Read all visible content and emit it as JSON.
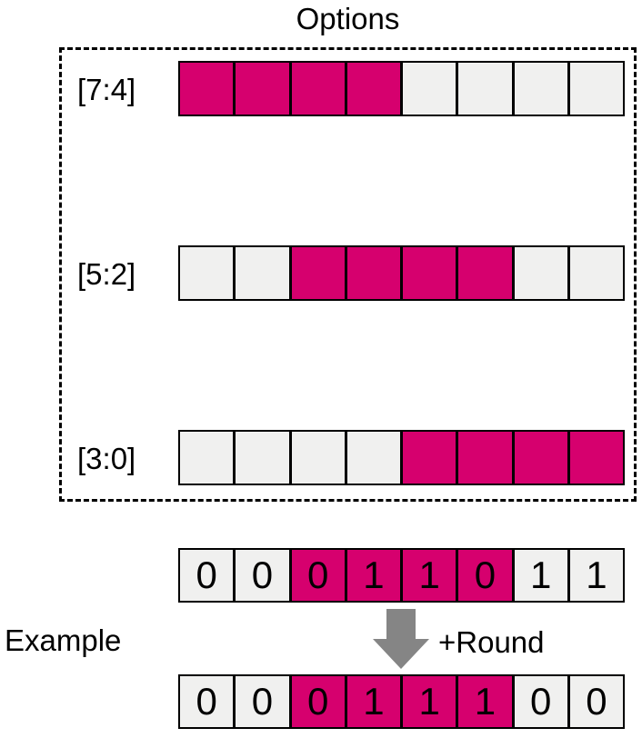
{
  "title": "Options",
  "colors": {
    "accent": "#d6006e",
    "cell_bg": "#f0f0ef",
    "arrow": "#858585",
    "border": "#000000"
  },
  "options_rows": [
    {
      "label": "[7:4]",
      "highlight": [
        1,
        1,
        1,
        1,
        0,
        0,
        0,
        0
      ]
    },
    {
      "label": "[5:2]",
      "highlight": [
        0,
        0,
        1,
        1,
        1,
        1,
        0,
        0
      ]
    },
    {
      "label": "[3:0]",
      "highlight": [
        0,
        0,
        0,
        0,
        1,
        1,
        1,
        1
      ]
    }
  ],
  "example": {
    "label": "Example",
    "arrow_label": "+Round",
    "input_row": {
      "bits": [
        "0",
        "0",
        "0",
        "1",
        "1",
        "0",
        "1",
        "1"
      ],
      "highlight": [
        0,
        0,
        1,
        1,
        1,
        1,
        0,
        0
      ]
    },
    "output_row": {
      "bits": [
        "0",
        "0",
        "0",
        "1",
        "1",
        "1",
        "0",
        "0"
      ],
      "highlight": [
        0,
        0,
        1,
        1,
        1,
        1,
        0,
        0
      ]
    }
  }
}
